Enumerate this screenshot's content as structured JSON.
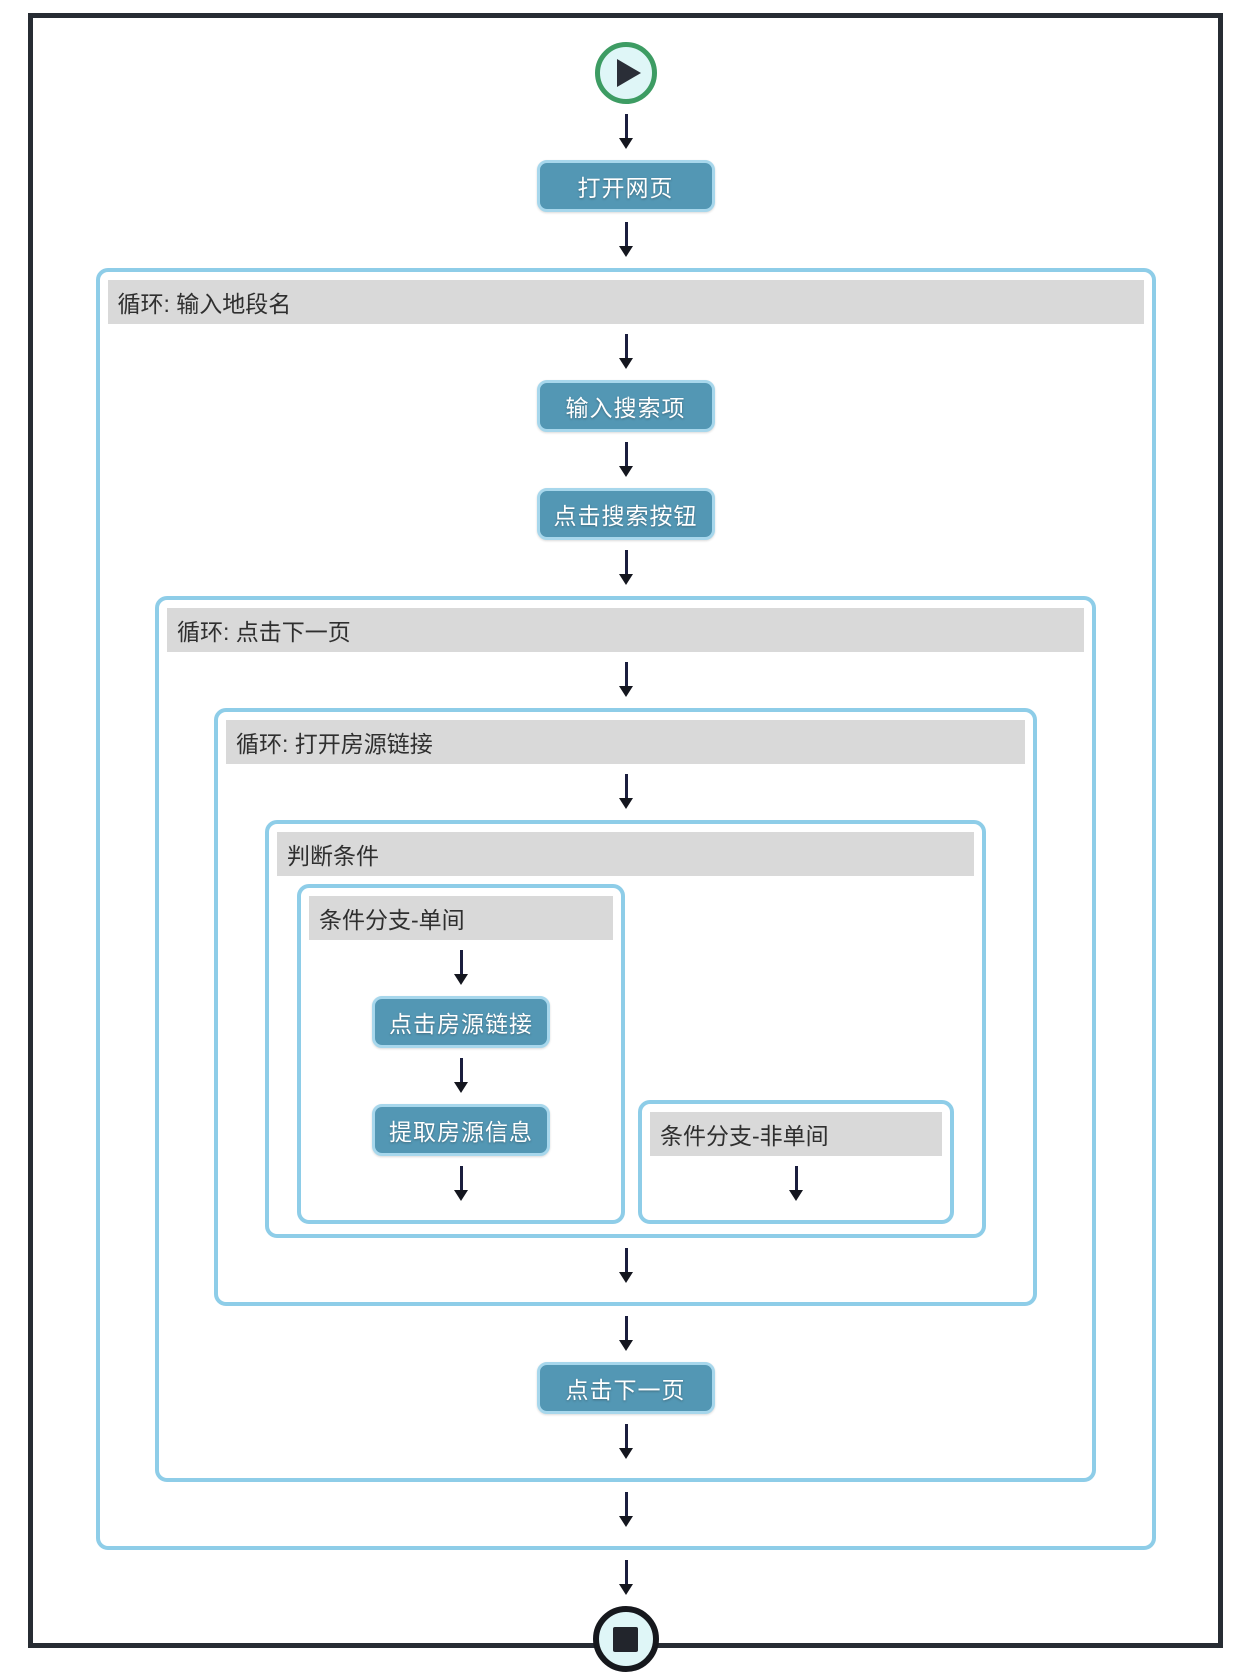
{
  "colors": {
    "frame_border": "#272C33",
    "container_border": "#8ECDE8",
    "header_bg": "#D9D9D9",
    "header_text": "#2F2F2F",
    "button_bg": "#5397B4",
    "button_border": "#A7D7EC",
    "button_text": "#FFFFFF",
    "start_border_green": "#3D9C63",
    "circle_fill": "#DFF6F7",
    "end_border_black": "#16181D",
    "arrow": "#1B1E3E"
  },
  "flow": {
    "start": {
      "icon": "play-icon"
    },
    "open_webpage": {
      "label": "打开网页"
    },
    "loop_location": {
      "title": "循环: 输入地段名",
      "input_search": {
        "label": "输入搜索项"
      },
      "click_search": {
        "label": "点击搜索按钮"
      },
      "loop_next_page": {
        "title": "循环: 点击下一页",
        "loop_open_listing": {
          "title": "循环: 打开房源链接",
          "condition": {
            "title": "判断条件",
            "branch_single": {
              "title": "条件分支-单间",
              "click_listing": {
                "label": "点击房源链接"
              },
              "extract_info": {
                "label": "提取房源信息"
              }
            },
            "branch_not_single": {
              "title": "条件分支-非单间"
            }
          }
        },
        "click_next_page": {
          "label": "点击下一页"
        }
      }
    },
    "end": {
      "icon": "stop-icon"
    }
  }
}
